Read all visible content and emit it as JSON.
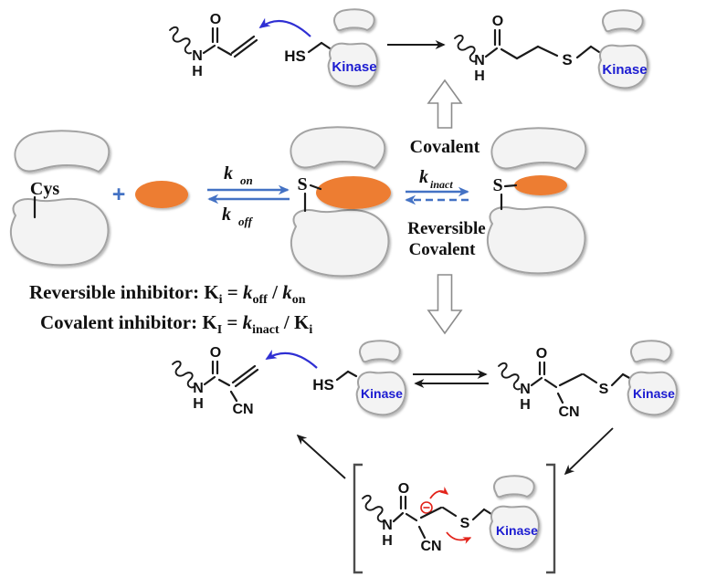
{
  "atoms": {
    "o": "O",
    "n": "N",
    "h": "H",
    "s": "S",
    "hs": "HS",
    "cn": "CN",
    "cys": "Cys",
    "plus": "+",
    "minus": "−"
  },
  "labels": {
    "kinase": "Kinase",
    "covalent_pathway": "Covalent",
    "reversible_line1": "Reversible",
    "reversible_line2": "Covalent"
  },
  "rates": {
    "kon": {
      "base": "k",
      "sub": "on"
    },
    "koff": {
      "base": "k",
      "sub": "off"
    },
    "kinact": {
      "base": "k",
      "sub": "inact"
    }
  },
  "equations": {
    "line1": {
      "lead": "Reversible inhibitor: K",
      "lead_sub": "i",
      "eq": " = ",
      "k1": "k",
      "k1_sub": "off",
      "slash": " / ",
      "k2": "k",
      "k2_sub": "on"
    },
    "line2": {
      "lead": "Covalent inhibitor: K",
      "lead_sub": "I",
      "eq": " = ",
      "k1": "k",
      "k1_sub": "inact",
      "slash": " / K",
      "k2_sub": "i"
    }
  },
  "colors": {
    "inhibitor_orange": "#ED7D31",
    "kinase_text_blue": "#1b1bd1",
    "equilibrium_arrow_blue": "#4472C4",
    "curved_arrow_blue": "#2f2fd3",
    "mechanism_red": "#E2231A",
    "protein_fill": "#f3f3f3",
    "protein_stroke": "#a3a3a3",
    "bond_black": "#1a1a1a"
  }
}
